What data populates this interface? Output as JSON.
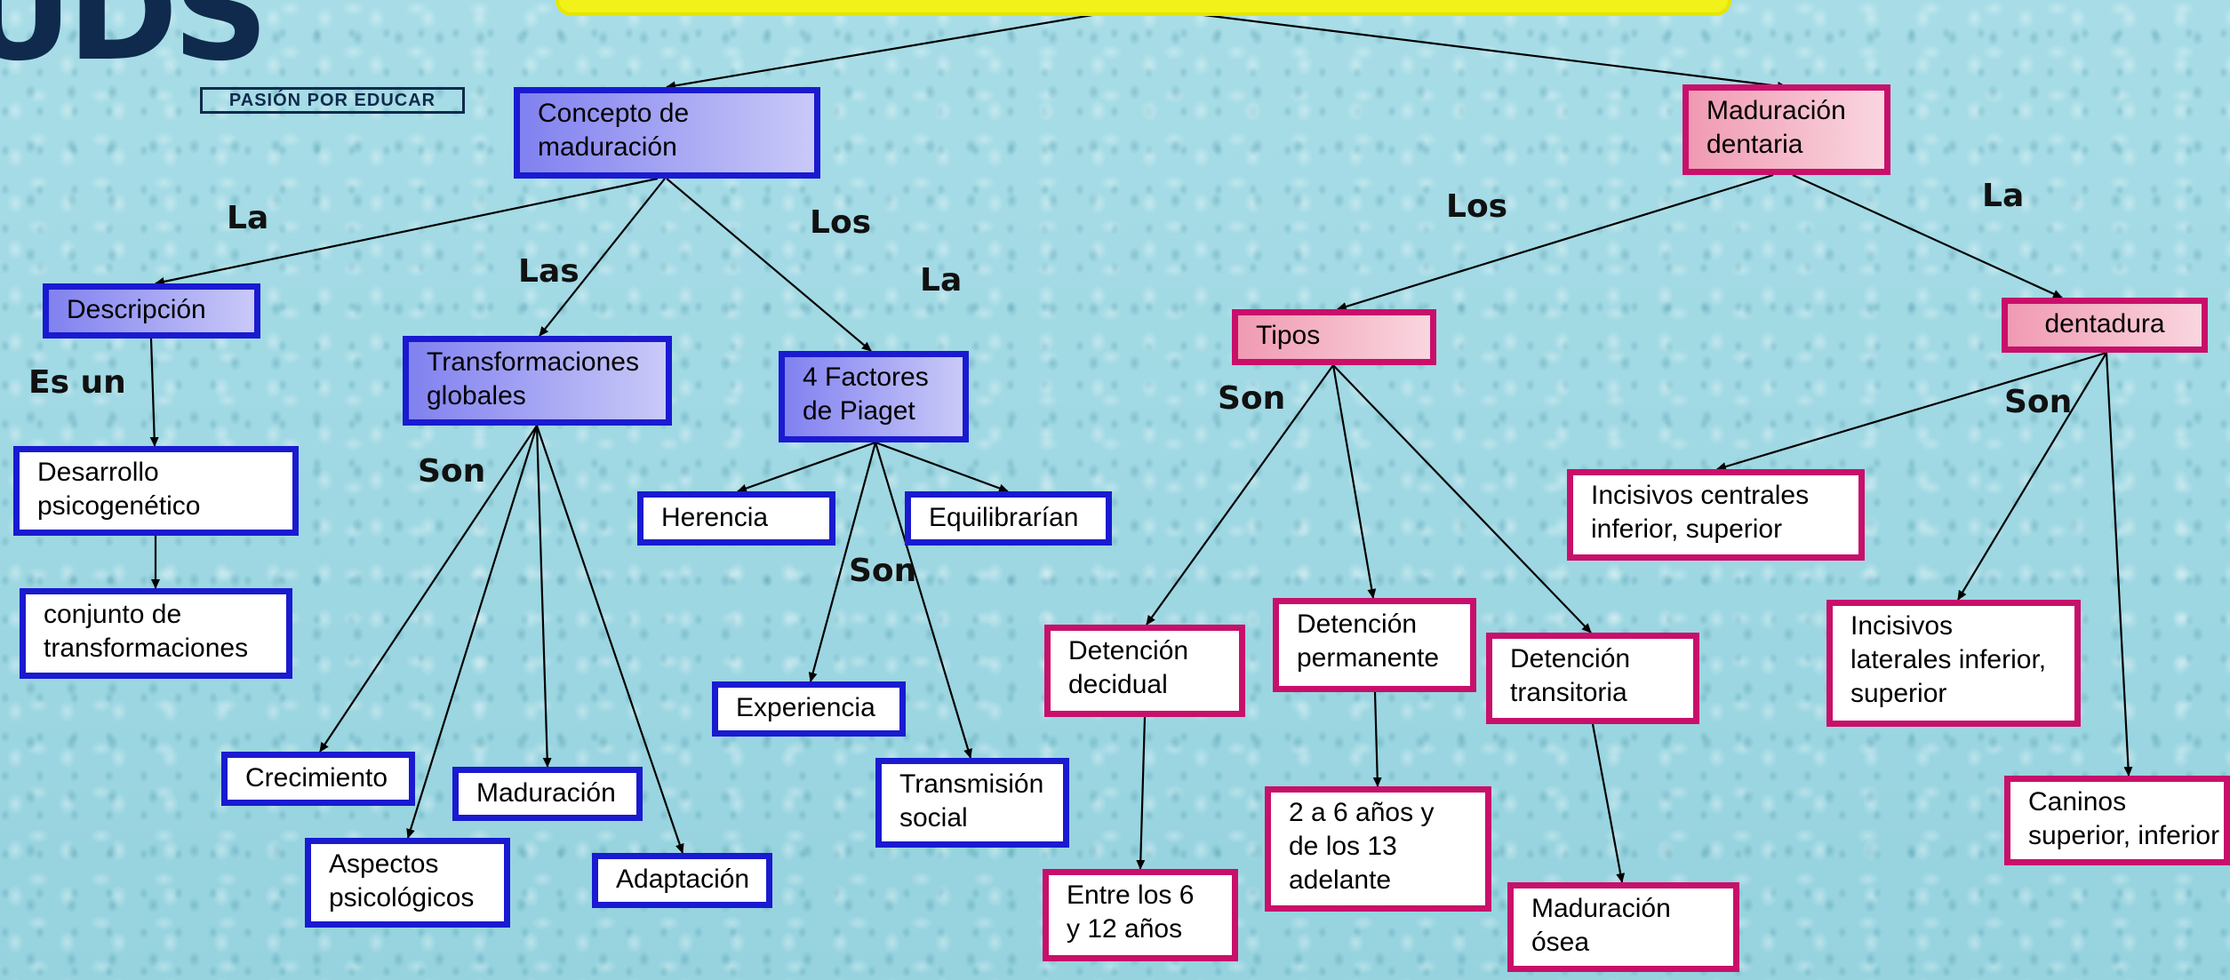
{
  "logo": {
    "name": "UDS",
    "tagline": "PASIÓN POR EDUCAR"
  },
  "nodes": {
    "concepto": "Concepto de\nmaduración",
    "maduracion_dentaria": "Maduración\ndentaria",
    "descripcion": "Descripción",
    "transformaciones": "Transformaciones\nglobales",
    "factores": "4 Factores\nde Piaget",
    "tipos": "Tipos",
    "dentadura": "dentadura",
    "desarrollo": "Desarrollo\npsicogenético",
    "conjunto": " conjunto de\ntransformaciones",
    "herencia": "Herencia",
    "equilibrarian": "Equilibrarían",
    "experiencia": "Experiencia",
    "transmision": "Transmisión\nsocial",
    "crecimiento": "Crecimiento",
    "maduracion": "Maduración",
    "aspectos": "Aspectos\npsicológicos",
    "adaptacion": "Adaptación",
    "det_decidual": "Detención\ndecidual",
    "det_permanente": "Detención\npermanente",
    "det_transitoria": "Detención\ntransitoria",
    "entre": "Entre los 6\ny 12 años",
    "anios": " 2 a 6 años y\nde los 13\nadelante",
    "maduracion_osea": "Maduración\nósea",
    "incisivos_centrales": "Incisivos centrales\ninferior, superior",
    "incisivos_laterales": "Incisivos\nlaterales inferior,\nsuperior",
    "caninos": "Caninos\nsuperior, inferior"
  },
  "labels": {
    "la_1": "La",
    "las": "Las",
    "los_1": "Los",
    "la_2": "La",
    "es_un": "Es un",
    "son_1": "Son",
    "son_2": "Son",
    "los_2": "Los",
    "la_3": "La",
    "son_3": "Son",
    "son_4": "Son"
  },
  "colors": {
    "blue_border": "#1a1ad0",
    "pink_border": "#c8106a",
    "title_yellow": "#f2f21a"
  }
}
